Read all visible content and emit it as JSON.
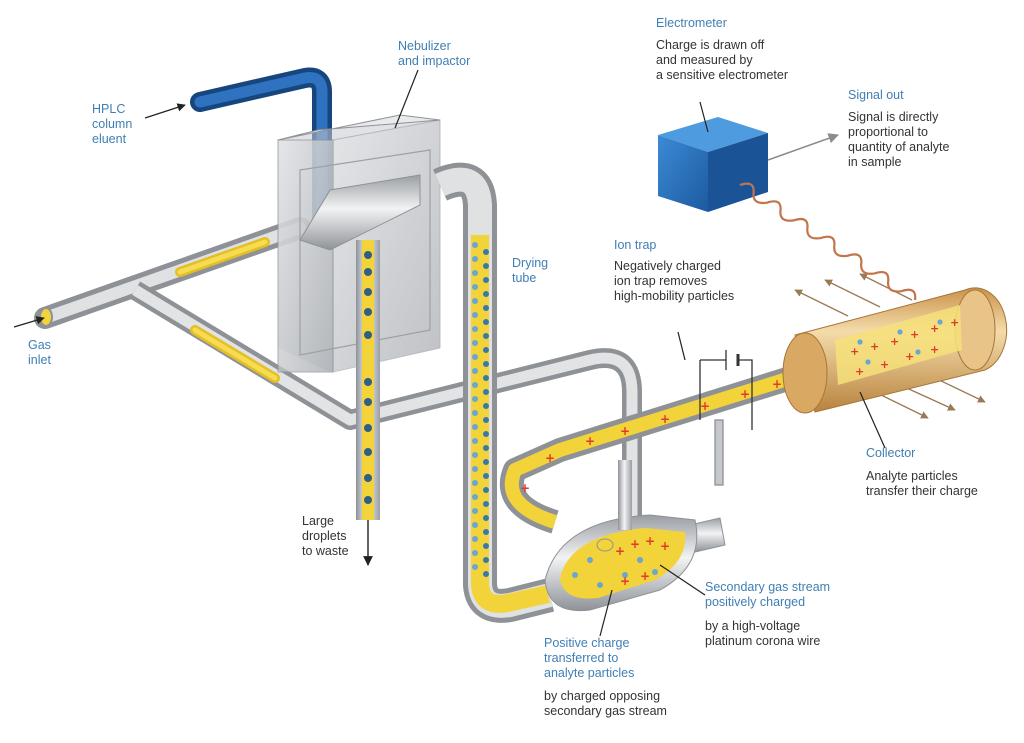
{
  "labels": {
    "hplc": "HPLC\ncolumn\neluent",
    "gas_inlet": "Gas\ninlet",
    "nebulizer": "Nebulizer\nand impactor",
    "electrometer_title": "Electrometer",
    "electrometer_desc": "Charge is drawn off\nand measured by\na sensitive electrometer",
    "signal_title": "Signal out",
    "signal_desc": "Signal is directly\nproportional to\nquantity of analyte\nin sample",
    "drying_tube": "Drying\ntube",
    "ion_trap_title": "Ion trap",
    "ion_trap_desc": "Negatively charged\nion trap removes\nhigh-mobility particles",
    "collector_title": "Collector",
    "collector_desc": "Analyte particles\ntransfer their charge",
    "large_droplets": "Large\ndroplets\nto waste",
    "secondary_title": "Secondary gas stream\npositively charged",
    "secondary_desc": "by a high-voltage\nplatinum corona wire",
    "positive_title": "Positive charge\ntransferred to\nanalyte particles",
    "positive_desc": "by charged opposing\nsecondary gas stream"
  },
  "colors": {
    "label_title": "#3f7fb5",
    "label_desc": "#333333",
    "pipe_metal": "#b9bcc0",
    "fluid": "#f3d33a",
    "eluent_pipe": "#1f5fa8",
    "electrometer": "#2a78c2",
    "collector": "#e0b06a",
    "charge": "#e03a2a",
    "particle": "#3a78a8"
  }
}
